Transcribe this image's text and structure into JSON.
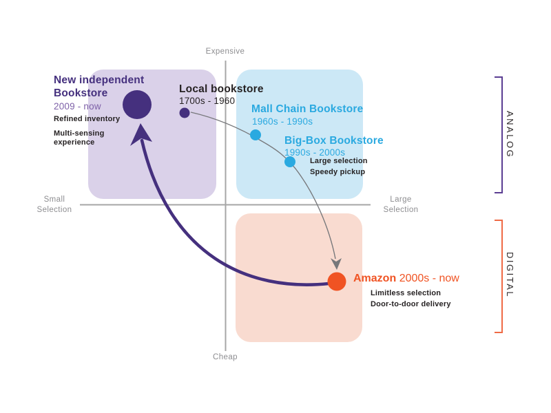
{
  "diagram": {
    "axes": {
      "top": "Expensive",
      "bottom": "Cheap",
      "left": "Small Selection",
      "right": "Large Selection"
    },
    "side_labels": {
      "analog": "ANALOG",
      "digital": "DIGITAL"
    },
    "nodes": {
      "new_independent": {
        "title": "New independent Bookstore",
        "period": "2009 - now",
        "features": [
          "Refined inventory",
          "Multi-sensing experience"
        ]
      },
      "local": {
        "title": "Local bookstore",
        "period": "1700s - 1960"
      },
      "mall_chain": {
        "title": "Mall Chain Bookstore",
        "period": "1960s - 1990s"
      },
      "big_box": {
        "title": "Big-Box Bookstore",
        "period": "1990s - 2000s",
        "features": [
          "Large selection",
          "Speedy pickup"
        ]
      },
      "amazon": {
        "title": "Amazon",
        "period": "2000s - now",
        "features": [
          "Limitless selection",
          "Door-to-door delivery"
        ]
      }
    },
    "colors": {
      "purple_dark": "#45307E",
      "purple_mid": "#7E61A8",
      "blue": "#2AA9E0",
      "orange": "#F05323",
      "bracket_purple": "#5A3D92",
      "bracket_orange": "#EF6A45",
      "quad_top_left": "#DAD1E9",
      "quad_top_right": "#CCE8F6",
      "quad_bottom_right": "#F9DBD0",
      "axis_line": "#A6A6A6",
      "axis_text": "#8D8D90",
      "text_dark": "#262223",
      "curve_gray": "#77787B"
    }
  }
}
